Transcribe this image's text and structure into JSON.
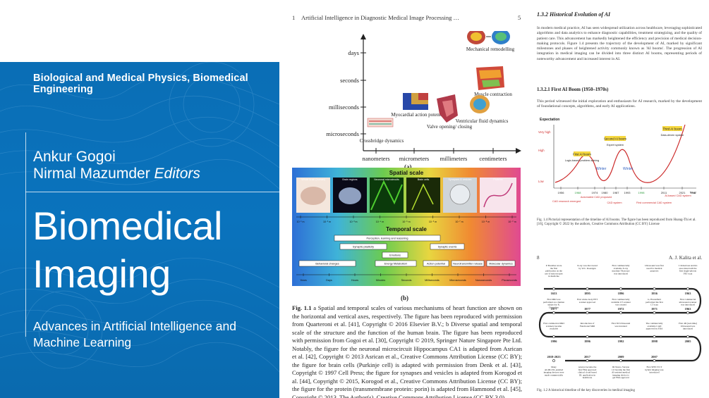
{
  "cover": {
    "series": "Biological and Medical Physics, Biomedical Engineering",
    "editor1": "Ankur Gogoi",
    "editor2": "Nirmal Mazumder",
    "editors_word": "Editors",
    "title1": "Biomedical",
    "title2": "Imaging",
    "subtitle1": "Advances in Artificial Intelligence and",
    "subtitle2": "Machine Learning",
    "colors": {
      "blue": "#0a6cb2"
    }
  },
  "mid_page": {
    "page_number": "1",
    "running_title": "Artificial Intelligence in Diagnostic Medical Image Processing …",
    "page_right_number": "5",
    "figure_a": {
      "label": "(a)",
      "y_ticks": [
        "days",
        "seconds",
        "milliseconds",
        "microseconds"
      ],
      "x_ticks": [
        "nanometers",
        "micrometers",
        "millimeters",
        "centimeters"
      ],
      "annotations": [
        "Mechanical remodelling",
        "Muscle contraction",
        "Myocardial action potential",
        "Valve opening/ closing",
        "Ventricular fluid dynamics",
        "Crossbridge dynamics"
      ]
    },
    "figure_b": {
      "label": "(b)",
      "spatial_title": "Spatial scale",
      "temporal_title": "Temporal scale",
      "spatial_panels": [
        "Whole brain (human)",
        "Brain regions",
        "Neuronal microcircuits",
        "Brain cells",
        "Synapses & vesicles",
        "Proteins"
      ],
      "spatial_ticks": [
        "10⁻¹ m",
        "10⁻² m",
        "10⁻³ m",
        "10⁻⁴ m",
        "10⁻⁵ m",
        "10⁻⁶ m",
        "10⁻⁷ m",
        "10⁻⁸ m",
        "10⁻⁹ m"
      ],
      "temporal_bars": [
        "Perception, learning and reasoning",
        "Synaptic plasticity",
        "Synaptic events",
        "Emotions",
        "Behavioral changes",
        "Energy Metabolism",
        "Action potential",
        "Neurotransmitter release",
        "Molecular dynamics"
      ],
      "temporal_ticks": [
        "Years",
        "Days",
        "Hours",
        "Minutes",
        "Seconds",
        "Milliseconds",
        "Microseconds",
        "Nanoseconds",
        "Picoseconds"
      ]
    },
    "caption_label": "Fig. 1.1",
    "caption_text": "a Spatial and temporal scales of various mechanisms of heart function are shown on the horizontal and vertical axes, respectively. The figure has been reproduced with permission from Quarteroni et al. [41], Copyright © 2016 Elsevier B.V.; b Diverse spatial and temporal scale of the structure and the function of the human brain. The figure has been reproduced with permission from Gogoi et al. [30], Copyright © 2019, Springer Nature Singapore Pte Ltd. Notably, the figure for the neuronal microcircuit Hippocampus CA1 is adapted from Asrican et al. [42], Copyright © 2013 Asrican et al., Creative Commons Attribution License (CC BY); the figure for brain cells (Purkinje cell) is adapted with permission from Denk et al. [43], Copyright © 1997 Cell Press; the figure for synapses and vesicles is adapted from Korogod et al. [44], Copyright © 2015, Korogod et al., Creative Commons Attribution License (CC BY); the figure for the protein (transmembrane protein: porin) is adapted from Hammond et al. [45], Copyright © 2013, The Author(s), Creative Commons Attribution License (CC BY 3.0)"
  },
  "right_page": {
    "section_head": "1.3.2   Historical Evolution of AI",
    "intro": "In modern medical practice, AI has seen widespread utilization across healthcare, leveraging sophisticated algorithms and data analytics to enhance diagnostic capabilities, treatment strategizing, and the quality of patient care. This advancement has markedly heightened the efficiency and precision of medical decision-making protocols. Figure 1.4 presents the trajectory of the development of AI, marked by significant milestones and phases of heightened activity commonly known as 'AI booms'. The progression of AI integration in medical imaging can be divided into three distinct AI booms, representing periods of noteworthy advancement and increased interest in AI.",
    "subsection_head": "1.3.2.1   First AI Boom (1950–1970s)",
    "subsection_text": "This period witnessed the initial exploration and enthusiasm for AI research, marked by the development of foundational concepts, algorithms, and early AI applications.",
    "fig14": {
      "expectation": "Expectation",
      "levels": [
        "Very high",
        "High",
        "Low"
      ],
      "booms": [
        "Third AI boom",
        "Second AI boom",
        "First AI boom"
      ],
      "boom_notes": [
        "Data-driven system",
        "Expert system",
        "Logic-based problem-solving"
      ],
      "winters": [
        "Winter",
        "Winter"
      ],
      "years": [
        "1956",
        "1968",
        "1974",
        "1980",
        "1987",
        "1993",
        "1998",
        "2011",
        "2021"
      ],
      "year_label": "Year",
      "events": [
        "CAD research emerged",
        "Automated CAD proposed",
        "CAD system",
        "First commercial CAD system",
        "AI-based CAD system"
      ]
    },
    "fig14_caption": "Fig. 1.4  Pictorial representation of the timeline of AI booms. The figure has been reproduced from Hoang-Thi et al. [16], Copyright © 2022 by the authors, Creative Commons Attribution (CC BY) License",
    "page2_number": "8",
    "page2_running": "A. J. Kalita et al.",
    "timeline_years_row1": [
      "1653",
      "1895",
      "1896",
      "1956",
      "1963"
    ],
    "timeline_notes_row1": [
      "P. Borellus wrote the first publication on the use of microscopes in medicine",
      "X-ray was discovered by W.C. Roentgen",
      "First commercially available X-ray machine Vitascope was introduced",
      "Ultrasound was first used for medical purposes",
      "J. Robertson and his associates built the first single-photon PET scan"
    ],
    "timeline_years_row2": [
      "1977",
      "1977",
      "1972",
      "1971",
      "1963"
    ],
    "timeline_notes_row2": [
      "First MRI was performed on a human subject by R. Damadian",
      "First whole-body PET scanner approved",
      "First commercially available CT scanner was created",
      "G. Hounsfield performed the first CT scan",
      "First commercial ultrasound scanner was introduced"
    ],
    "timeline_years_row3": [
      "1996",
      "1996",
      "1992",
      "1998",
      "2005"
    ],
    "timeline_notes_row3": [
      "First commercial MRI scanners became available",
      "Introduction of Functional MRI",
      "First 3D Ultrasound was invented",
      "The commercially available CAD approved by FDA",
      "First 4D (real-time) Ultrasound was introduced"
    ],
    "timeline_years_row4": [
      "2018-2023",
      "2017",
      "2009",
      "2007"
    ],
    "timeline_notes_row4": [
      "Many AI-ML/DL-enabled imaging devices were made commercially",
      "Arterys became the first FDA approved clinical cloud-based DL application in healthcare",
      "IR Neuro, Version 1.0 became the first AI-assisted medical imaging device to get FDA approval",
      "First SPECT/CT hybrid imaging was introduced"
    ],
    "fig12_caption": "Fig. 1.2  A historical timeline of the key discoveries in medical imaging"
  }
}
